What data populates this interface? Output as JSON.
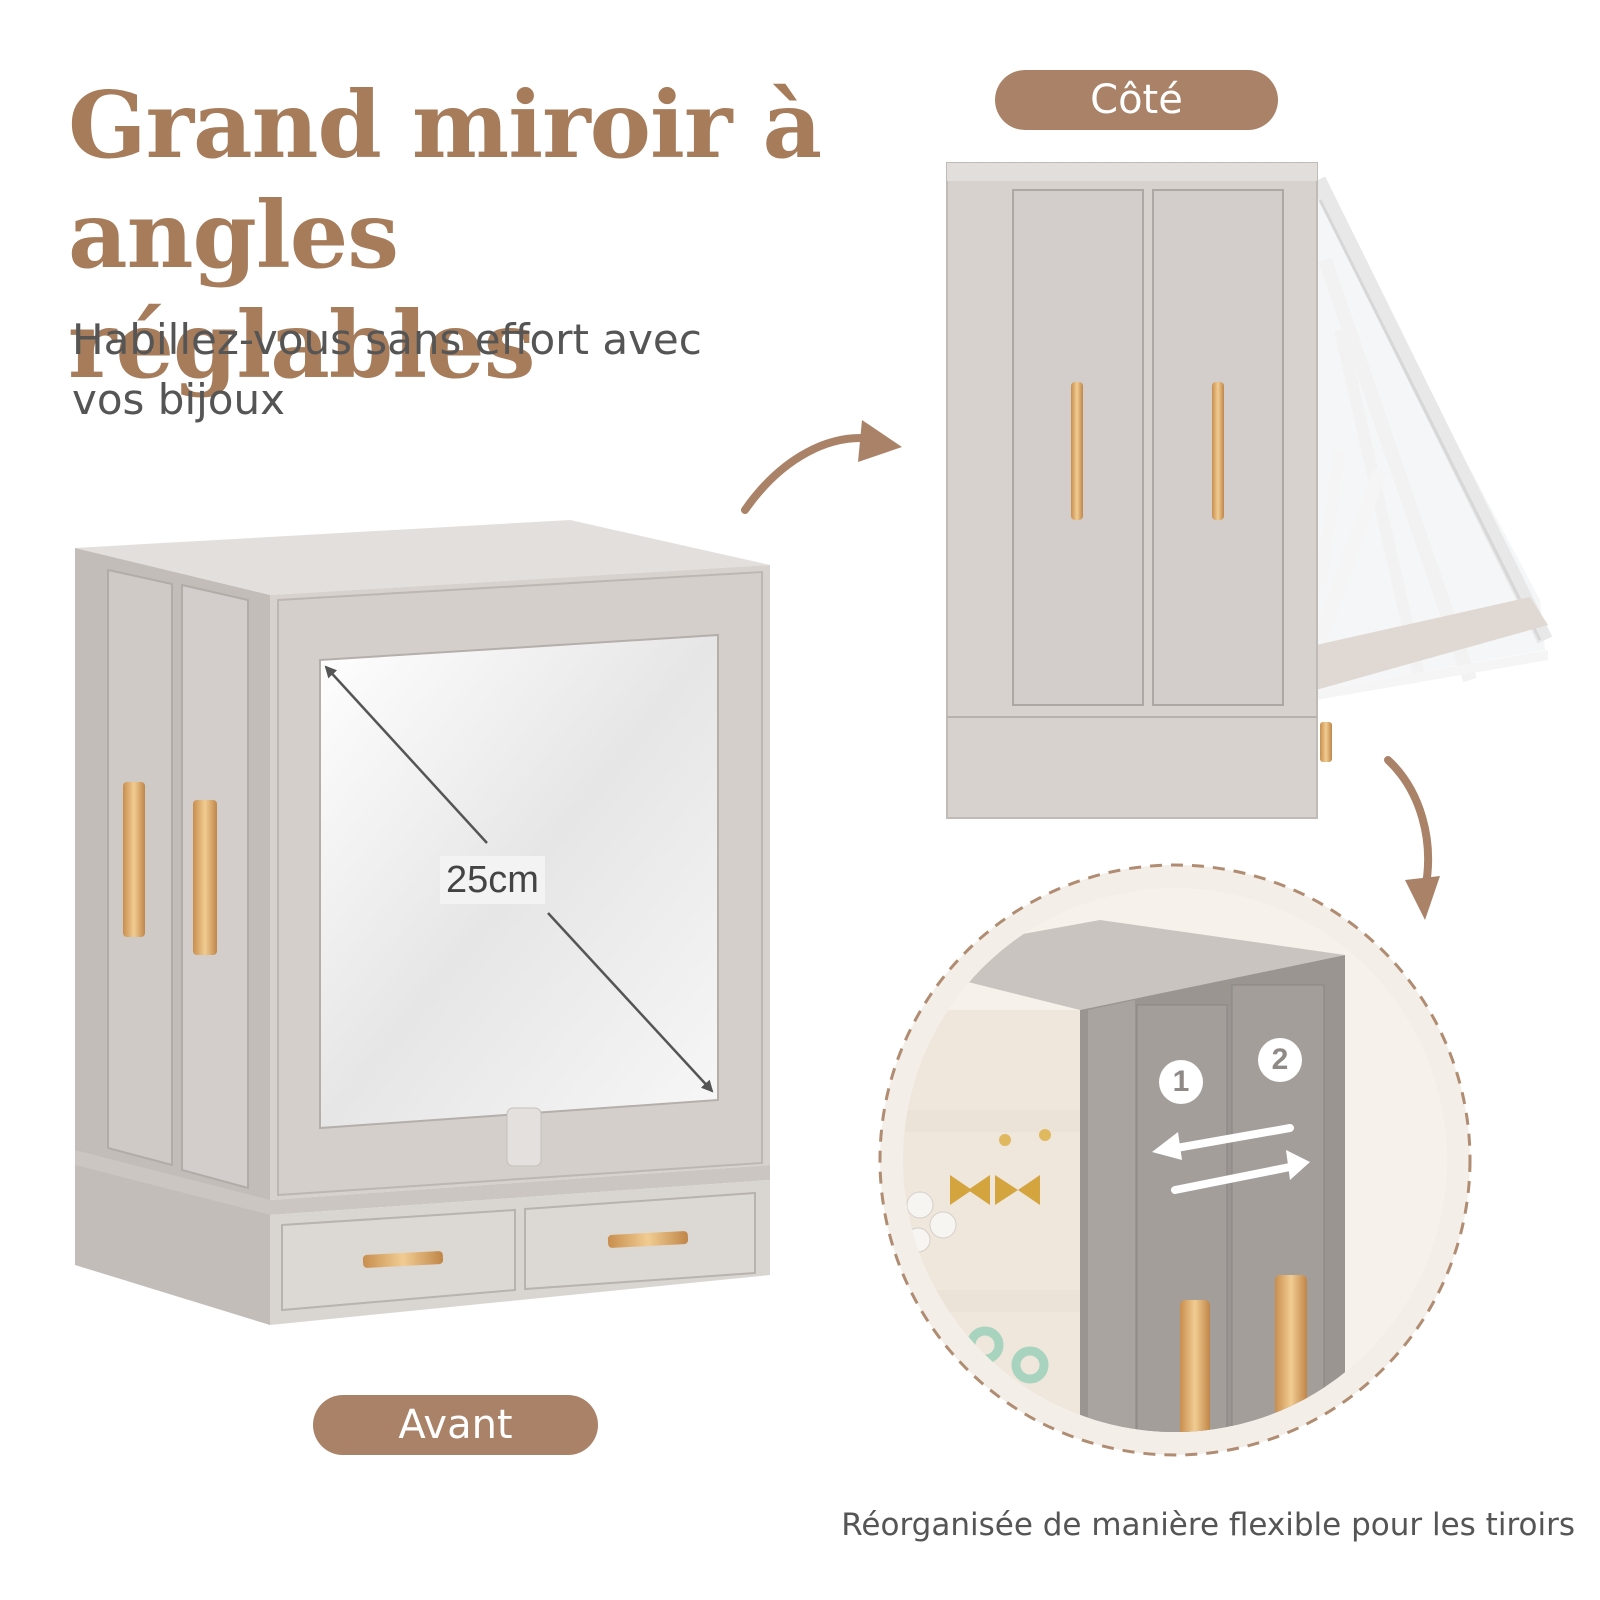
{
  "header": {
    "title_line1": "Grand miroir à",
    "title_line2": "angles réglables",
    "subtitle_line1": "Habillez-vous sans effort avec",
    "subtitle_line2": "vos bijoux"
  },
  "labels": {
    "side": "Côté",
    "front": "Avant",
    "mirror_size": "25cm",
    "caption": "Réorganisée de manière flexible pour les tiroirs",
    "step1": "1",
    "step2": "2"
  },
  "colors": {
    "accent": "#a67c5b",
    "pill": "#a98268",
    "cabinet": "#cfcac6",
    "handle": "#d9a86a",
    "cream": "#f3ede6"
  },
  "icons": [
    "curved-arrow-icon",
    "diagonal-measure-arrow-icon",
    "swap-arrows-icon"
  ]
}
